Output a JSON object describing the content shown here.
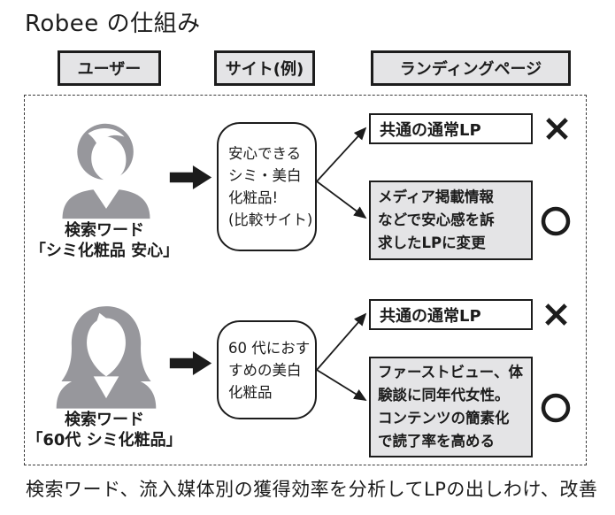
{
  "title": "Robee の仕組み",
  "headers": {
    "user": "ユーザー",
    "site": "サイト(例)",
    "lp": "ランディングページ"
  },
  "rows": [
    {
      "persona": "woman-short-bob-hair",
      "keyword_label": "検索ワード",
      "keyword_query": "「シミ化粧品 安心」",
      "site_lines": [
        "安心できる",
        "シミ・美白",
        "化粧品!",
        "(比較サイト)"
      ],
      "lp_normal": "共通の通常LP",
      "lp_normal_result": "✕",
      "lp_custom_lines": [
        "メディア掲載情報",
        "などで安心感を訴",
        "求したLPに変更"
      ],
      "lp_custom_result": "○"
    },
    {
      "persona": "woman-long-hair",
      "keyword_label": "検索ワード",
      "keyword_query": "「60代 シミ化粧品」",
      "site_lines": [
        "60 代におす",
        "すめの美白",
        "化粧品"
      ],
      "lp_normal": "共通の通常LP",
      "lp_normal_result": "✕",
      "lp_custom_lines": [
        "ファーストビュー、体",
        "験談に同年代女性。",
        "コンテンツの簡素化",
        "で読了率を高める"
      ],
      "lp_custom_result": "○"
    }
  ],
  "caption": "検索ワード、流入媒体別の獲得効率を分析してLPの出しわけ、改善",
  "icons": {
    "arrow": "right-arrow",
    "fail_mark": "✕",
    "success_mark": "○"
  },
  "colors": {
    "ink": "#1c1c1c",
    "box_fill": "#e4e4e6",
    "avatar_gray": "#97979c",
    "background": "#ffffff"
  }
}
